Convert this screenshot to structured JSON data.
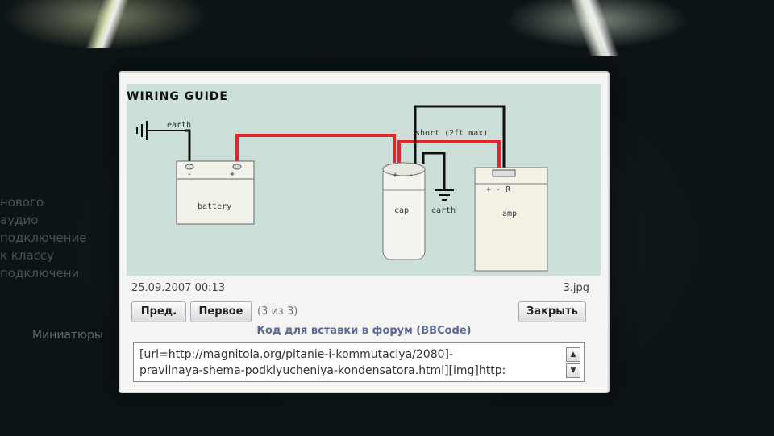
{
  "background": {
    "text_lines": [
      "нового",
      "аудио",
      "подключение",
      "к классу",
      "подключени"
    ],
    "miniatures_label": "Миниатюры"
  },
  "image": {
    "title": "WIRING GUIDE",
    "labels": {
      "earth_top": "earth",
      "short": "short (2ft max)",
      "battery": "battery",
      "cap": "cap",
      "earth_bottom": "earth",
      "amp": "amp",
      "amp_terminals": "+  -  R",
      "minus": "-",
      "plus": "+"
    },
    "colors": {
      "positive_wire": "#e0262a",
      "negative_wire": "#111111",
      "background": "#cddfd9"
    }
  },
  "meta": {
    "date": "25.09.2007 00:13",
    "filename": "3.jpg"
  },
  "nav": {
    "prev": "Пред.",
    "first": "Первое",
    "counter": "(3 из 3)",
    "close": "Закрыть"
  },
  "bbcode": {
    "label": "Код для вставки в форум (BBCode)",
    "line1": "[url=http://magnitola.org/pitanie-i-kommutaciya/2080]-",
    "line2": "pravilnaya-shema-podklyucheniya-kondensatora.html][img]http:"
  },
  "icons": {
    "scroll_up": "scroll-up-icon",
    "scroll_down": "scroll-down-icon"
  }
}
